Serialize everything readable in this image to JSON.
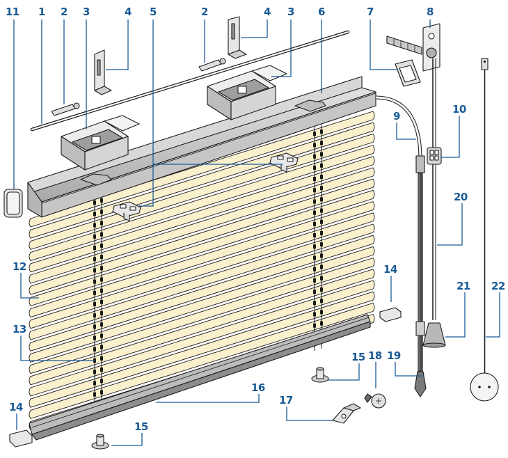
{
  "diagram": {
    "name": "venetian-blind-exploded-view",
    "colors": {
      "slat": "#fbf0cd",
      "slat_edge": "#1a1a1a",
      "rail": "#cfcfcf",
      "rail_dark": "#9c9c9c",
      "label": "#1a5a96",
      "line": "#1a1a1a"
    },
    "callouts": [
      {
        "id": "c11a",
        "text": "11"
      },
      {
        "id": "c1",
        "text": "1"
      },
      {
        "id": "c2a",
        "text": "2"
      },
      {
        "id": "c3a",
        "text": "3"
      },
      {
        "id": "c4a",
        "text": "4"
      },
      {
        "id": "c5",
        "text": "5"
      },
      {
        "id": "c2b",
        "text": "2"
      },
      {
        "id": "c4b",
        "text": "4"
      },
      {
        "id": "c3b",
        "text": "3"
      },
      {
        "id": "c6",
        "text": "6"
      },
      {
        "id": "c7",
        "text": "7"
      },
      {
        "id": "c8",
        "text": "8"
      },
      {
        "id": "c9",
        "text": "9"
      },
      {
        "id": "c10",
        "text": "10"
      },
      {
        "id": "c12",
        "text": "12"
      },
      {
        "id": "c20",
        "text": "20"
      },
      {
        "id": "c14a",
        "text": "14"
      },
      {
        "id": "c21",
        "text": "21"
      },
      {
        "id": "c22",
        "text": "22"
      },
      {
        "id": "c13",
        "text": "13"
      },
      {
        "id": "c15a",
        "text": "15"
      },
      {
        "id": "c18",
        "text": "18"
      },
      {
        "id": "c19",
        "text": "19"
      },
      {
        "id": "c16",
        "text": "16"
      },
      {
        "id": "c17",
        "text": "17"
      },
      {
        "id": "c14b",
        "text": "14"
      },
      {
        "id": "c15b",
        "text": "15"
      }
    ]
  }
}
